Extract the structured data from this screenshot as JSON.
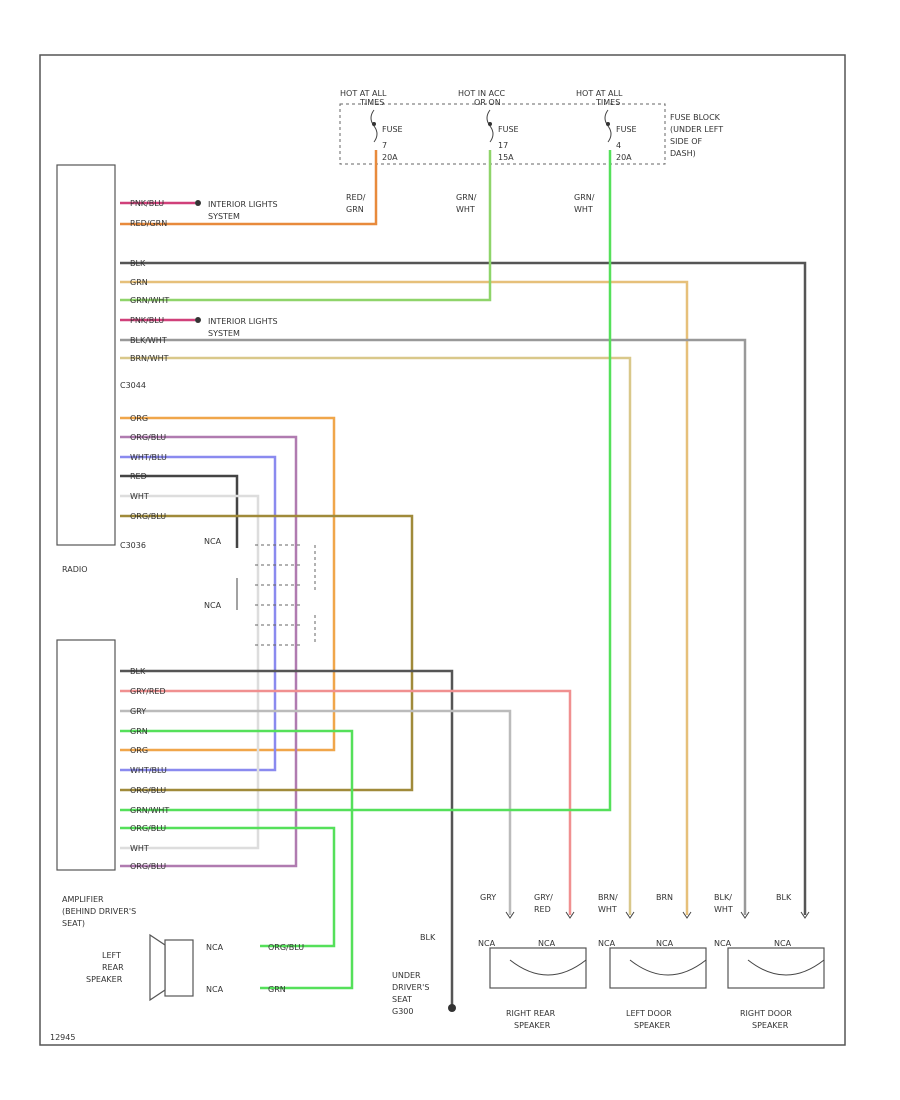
{
  "fuse_block": {
    "hot1": "HOT AT ALL",
    "times1": "TIMES",
    "hot2": "HOT IN ACC",
    "times2": "OR ON",
    "hot3": "HOT AT ALL",
    "times3": "TIMES",
    "fuse1": "FUSE",
    "fuse1_num": "7",
    "fuse1_amp": "20A",
    "fuse2": "FUSE",
    "fuse2_num": "17",
    "fuse2_amp": "15A",
    "fuse3": "FUSE",
    "fuse3_num": "4",
    "fuse3_amp": "20A",
    "label_l1": "FUSE BLOCK",
    "label_l2": "(UNDER LEFT",
    "label_l3": "SIDE OF",
    "label_l4": "DASH)"
  },
  "fuse_wires": {
    "f1_l1": "RED/",
    "f1_l2": "GRN",
    "f2_l1": "GRN/",
    "f2_l2": "WHT",
    "f3_l1": "GRN/",
    "f3_l2": "WHT"
  },
  "radio": {
    "label": "RADIO",
    "conn1": "C3044",
    "conn2": "C3036",
    "wires_top": [
      "PNK/BLU",
      "RED/GRN",
      "BLK",
      "GRN",
      "GRN/WHT",
      "PNK/BLU",
      "BLK/WHT",
      "BRN/WHT"
    ],
    "wires_bottom": [
      "ORG",
      "ORG/BLU",
      "WHT/BLU",
      "RED",
      "WHT",
      "ORG/BLU"
    ],
    "interior1_l1": "INTERIOR LIGHTS",
    "interior1_l2": "SYSTEM",
    "interior2_l1": "INTERIOR LIGHTS",
    "interior2_l2": "SYSTEM"
  },
  "nca": {
    "a": "NCA",
    "b": "NCA"
  },
  "amplifier": {
    "l1": "AMPLIFIER",
    "l2": "(BEHIND DRIVER'S",
    "l3": "SEAT)",
    "wires": [
      "BLK",
      "GRY/RED",
      "GRY",
      "GRN",
      "ORG",
      "WHT/BLU",
      "ORG/BLU",
      "GRN/WHT",
      "ORG/BLU",
      "WHT",
      "ORG/BLU"
    ]
  },
  "left_rear": {
    "l1": "LEFT",
    "l2": "REAR",
    "l3": "SPEAKER",
    "nca1": "NCA",
    "nca2": "NCA",
    "w1": "ORG/BLU",
    "w2": "GRN"
  },
  "ground": {
    "blk": "BLK",
    "l1": "UNDER",
    "l2": "DRIVER'S",
    "l3": "SEAT",
    "l4": "G300"
  },
  "speakers": [
    {
      "l1": "RIGHT REAR",
      "l2": "SPEAKER",
      "w1a": "GRY",
      "w1b": "",
      "w2a": "GRY/",
      "w2b": "RED",
      "nca1": "NCA",
      "nca2": "NCA"
    },
    {
      "l1": "LEFT DOOR",
      "l2": "SPEAKER",
      "w1a": "BRN/",
      "w1b": "WHT",
      "w2a": "BRN",
      "w2b": "",
      "nca1": "NCA",
      "nca2": "NCA"
    },
    {
      "l1": "RIGHT DOOR",
      "l2": "SPEAKER",
      "w1a": "BLK/",
      "w1b": "WHT",
      "w2a": "BLK",
      "w2b": "",
      "nca1": "NCA",
      "nca2": "NCA"
    }
  ],
  "figure_code": "12945",
  "colors": {
    "red_grn": "#e88a3c",
    "grn_wht": "#8fd46a",
    "blk": "#555555",
    "grn": "#e6c07a",
    "pnk_blu": "#d0407a",
    "brn_wht": "#d9c88a",
    "org": "#f0a64a",
    "org_blu": "#b07bb0",
    "wht_blu": "#8a8aef",
    "red": "#444444",
    "wht": "#cccccc",
    "org_blu2": "#a08a3a",
    "gry_red": "#f09090",
    "gry": "#bbbbbb",
    "grn_bright": "#55e05a",
    "grn_wht2": "#55e05a"
  }
}
